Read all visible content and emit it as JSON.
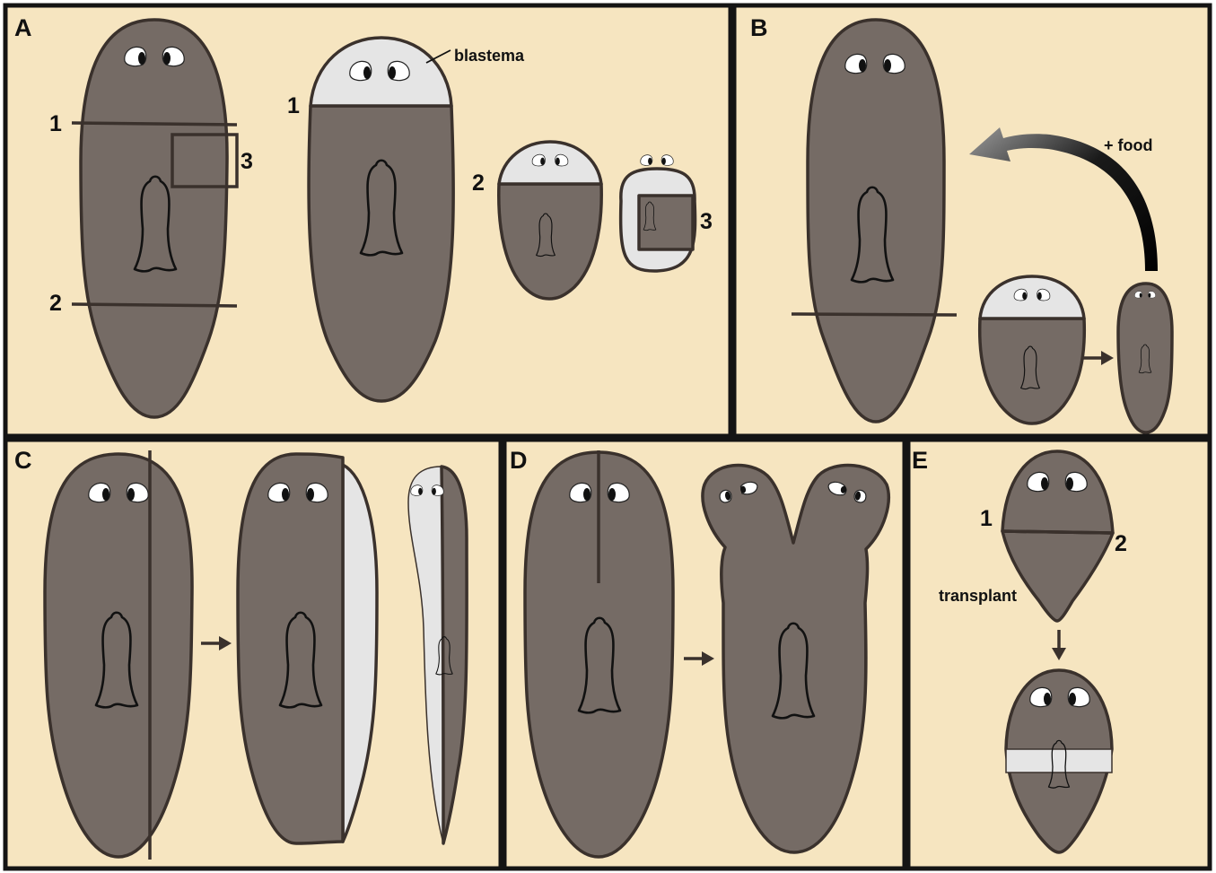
{
  "panels": {
    "A": {
      "label": "A",
      "cut_labels": [
        "1",
        "2",
        "3"
      ],
      "blastema_label": "blastema",
      "fragment_labels": [
        "1",
        "2",
        "3"
      ]
    },
    "B": {
      "label": "B",
      "food_label": "+ food"
    },
    "C": {
      "label": "C"
    },
    "D": {
      "label": "D"
    },
    "E": {
      "label": "E",
      "cut_labels": [
        "1",
        "2"
      ],
      "transplant_label": "transplant"
    }
  },
  "colors": {
    "background": "#f6e5c0",
    "border": "#141414",
    "worm_body": "#756b65",
    "blastema": "#e5e5e5",
    "outline": "#3a312c"
  }
}
